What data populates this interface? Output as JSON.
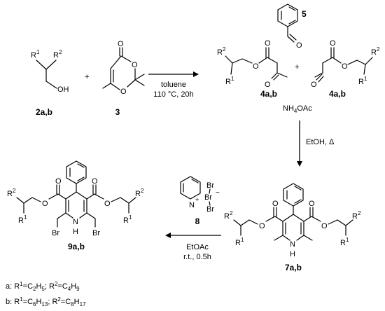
{
  "compounds": {
    "c2": {
      "label": "2a,b",
      "r1": "R",
      "r1sup": "1",
      "r2": "R",
      "r2sup": "2",
      "oh": "OH"
    },
    "plus1": "+",
    "c3": {
      "label": "3",
      "o1": "O",
      "o2": "O",
      "o3": "O"
    },
    "c4left": {
      "label": "4a,b",
      "r1": "R",
      "r1sup": "1",
      "r2": "R",
      "r2sup": "2",
      "o1": "O",
      "o2": "O",
      "o3": "O"
    },
    "plus2": "+",
    "c4right": {
      "label": "4a,b",
      "r1": "R",
      "r1sup": "1",
      "r2": "R",
      "r2sup": "2",
      "o1": "O",
      "o2": "O",
      "o3": "O"
    },
    "c5": {
      "label": "5",
      "o": "O"
    },
    "c7": {
      "label": "7a,b",
      "r1a": "R",
      "r1b": "R",
      "r2a": "R",
      "r2b": "R",
      "sup1": "1",
      "sup2": "2",
      "o": "O",
      "n": "N",
      "h": "H"
    },
    "c8": {
      "label": "8",
      "n": "N",
      "plus": "+",
      "br1": "Br",
      "br2": "Br",
      "br3": "Br",
      "minus": "−"
    },
    "c9": {
      "label": "9a,b",
      "r1a": "R",
      "r1b": "R",
      "r2a": "R",
      "r2b": "R",
      "sup1": "1",
      "sup2": "2",
      "o": "O",
      "n": "N",
      "h": "H",
      "br": "Br"
    }
  },
  "conditions": {
    "step1_line1": "toluene",
    "step1_line2": "110 °C, 20h",
    "step2_reagent_pre": "NH",
    "step2_reagent_sub": "4",
    "step2_reagent_post": "OAc",
    "step3": "EtOH, Δ",
    "step4_line1": "EtOAc",
    "step4_line2": "r.t., 0.5h"
  },
  "legend": {
    "a_prefix": "a: R",
    "a_r1_sub": "1",
    "a_r1_val": "=C",
    "a_r1_c": "2",
    "a_r1_h": "H",
    "a_r1_hn": "5",
    "a_mid": "; R",
    "a_r2_sub": "2",
    "a_r2_val": "=C",
    "a_r2_c": "4",
    "a_r2_h": "H",
    "a_r2_hn": "9",
    "b_prefix": "b: R",
    "b_r1_sub": "1",
    "b_r1_val": "=C",
    "b_r1_c": "6",
    "b_r1_h": "H",
    "b_r1_hn": "13",
    "b_mid": "; R",
    "b_r2_sub": "2",
    "b_r2_val": "=C",
    "b_r2_c": "8",
    "b_r2_h": "H",
    "b_r2_hn": "17"
  }
}
